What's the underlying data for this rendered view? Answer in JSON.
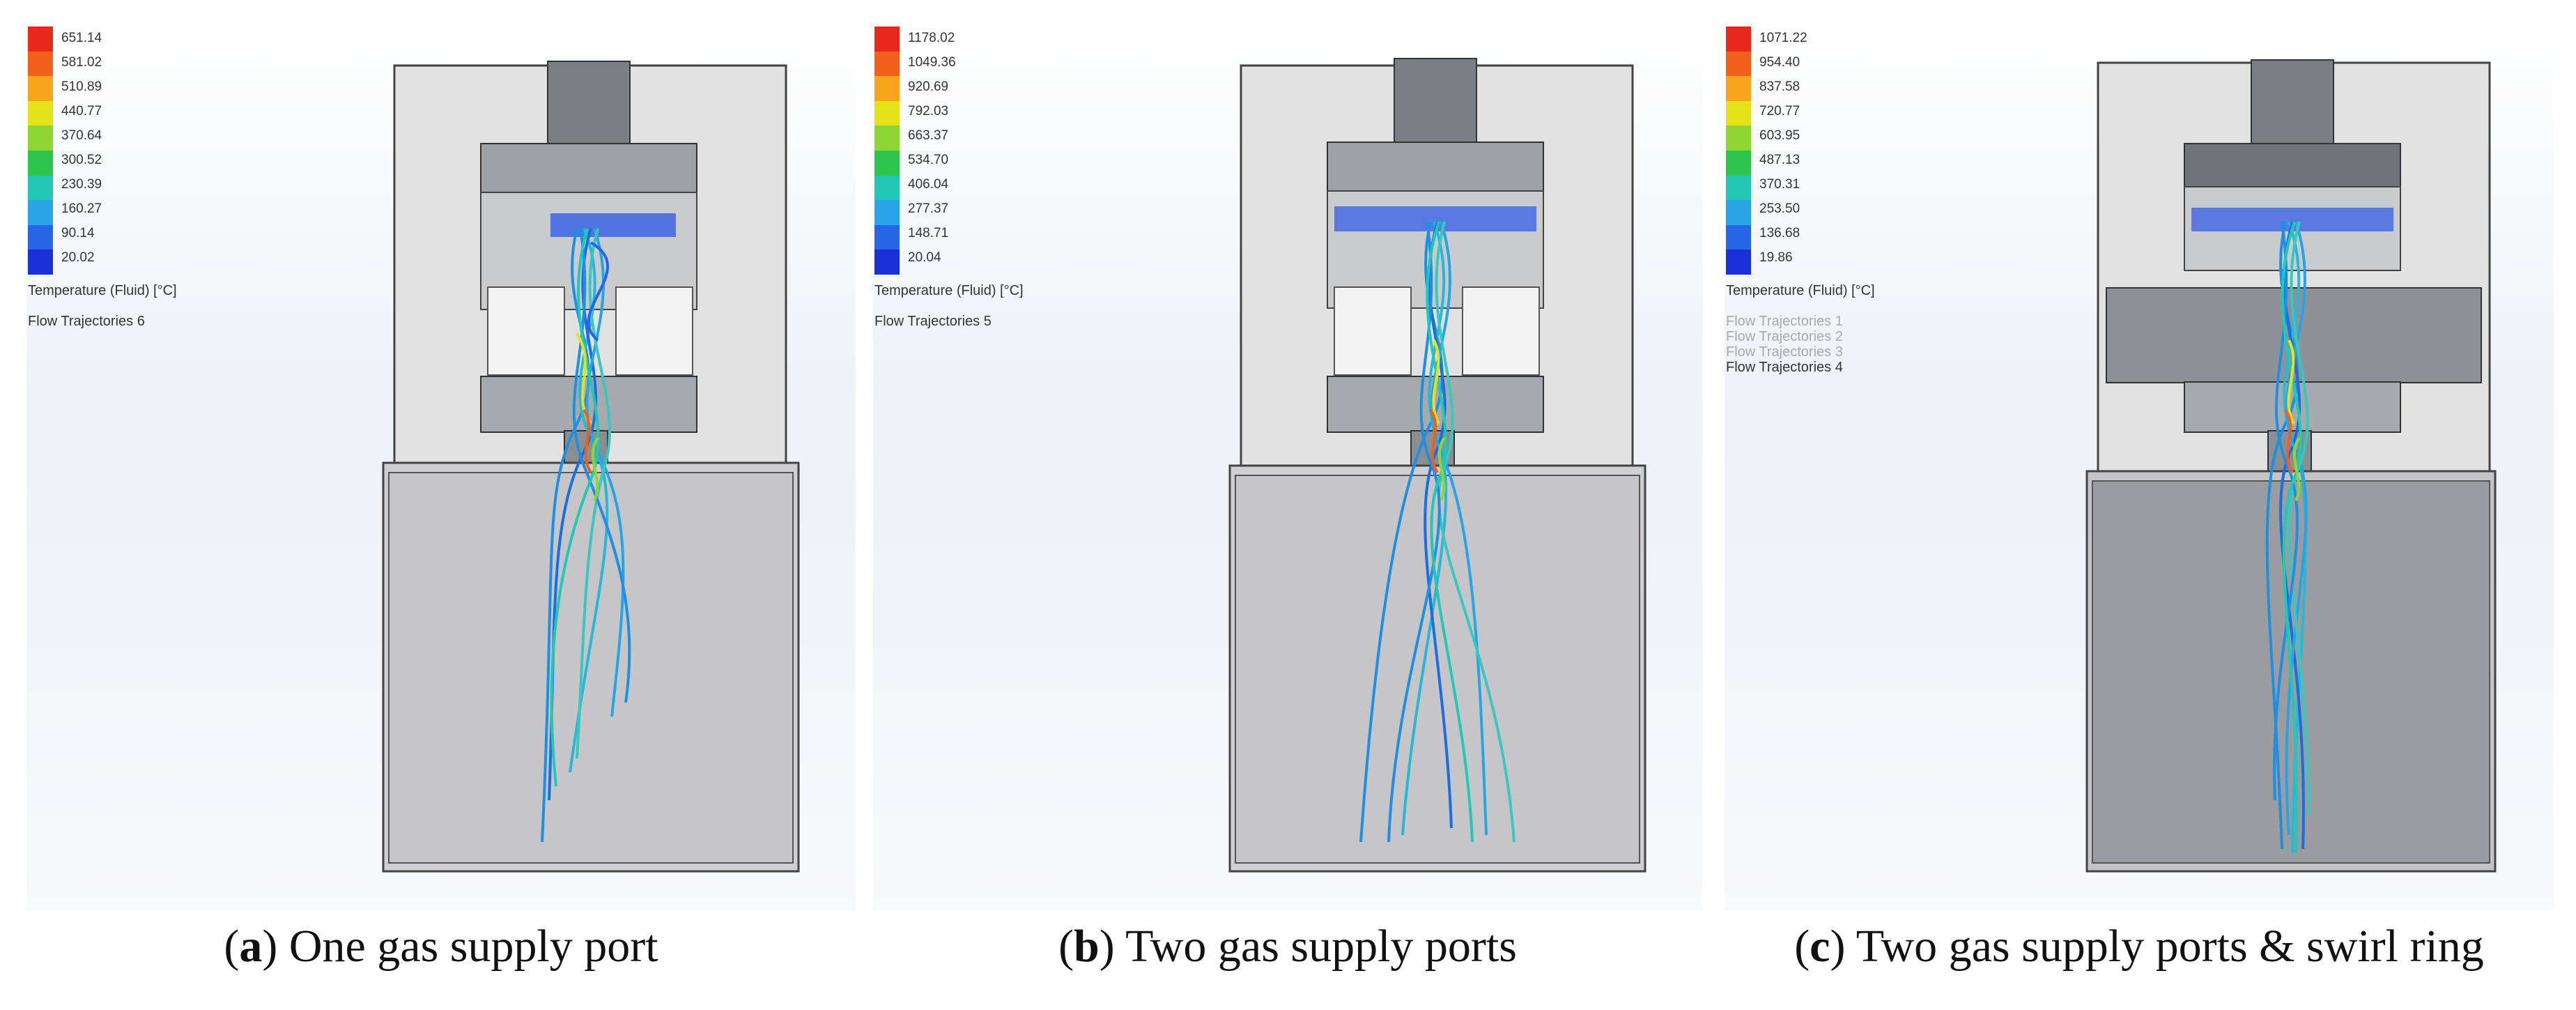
{
  "colors": {
    "scale": [
      "#e8271b",
      "#f15f1a",
      "#f7a41c",
      "#e6e21a",
      "#8fd632",
      "#2cc64f",
      "#22c7b6",
      "#27a4e5",
      "#2466e6",
      "#1a2fd6"
    ],
    "housing_outer": "#dcdcdc",
    "housing_inner": "#c8c8c8",
    "metal_dark": "#6f7276",
    "metal_mid": "#9a9da1",
    "trajectory": "#1b8fe0"
  },
  "panels": [
    {
      "legend_values": [
        "651.14",
        "581.02",
        "510.89",
        "440.77",
        "370.64",
        "300.52",
        "230.39",
        "160.27",
        "90.14",
        "20.02"
      ],
      "legend_title": "Temperature (Fluid) [°C]",
      "trajectories": [
        "Flow Trajectories 6"
      ],
      "caption_letter": "a",
      "caption_text": "One gas supply port"
    },
    {
      "legend_values": [
        "1178.02",
        "1049.36",
        "920.69",
        "792.03",
        "663.37",
        "534.70",
        "406.04",
        "277.37",
        "148.71",
        "20.04"
      ],
      "legend_title": "Temperature (Fluid) [°C]",
      "trajectories": [
        "Flow Trajectories 5"
      ],
      "caption_letter": "b",
      "caption_text": "Two gas supply ports"
    },
    {
      "legend_values": [
        "1071.22",
        "954.40",
        "837.58",
        "720.77",
        "603.95",
        "487.13",
        "370.31",
        "253.50",
        "136.68",
        "19.86"
      ],
      "legend_title": "Temperature (Fluid) [°C]",
      "trajectories": [
        "Flow Trajectories 1",
        "Flow Trajectories 2",
        "Flow Trajectories 3",
        "Flow Trajectories 4"
      ],
      "caption_letter": "c",
      "caption_text": "Two gas supply ports & swirl ring"
    }
  ]
}
